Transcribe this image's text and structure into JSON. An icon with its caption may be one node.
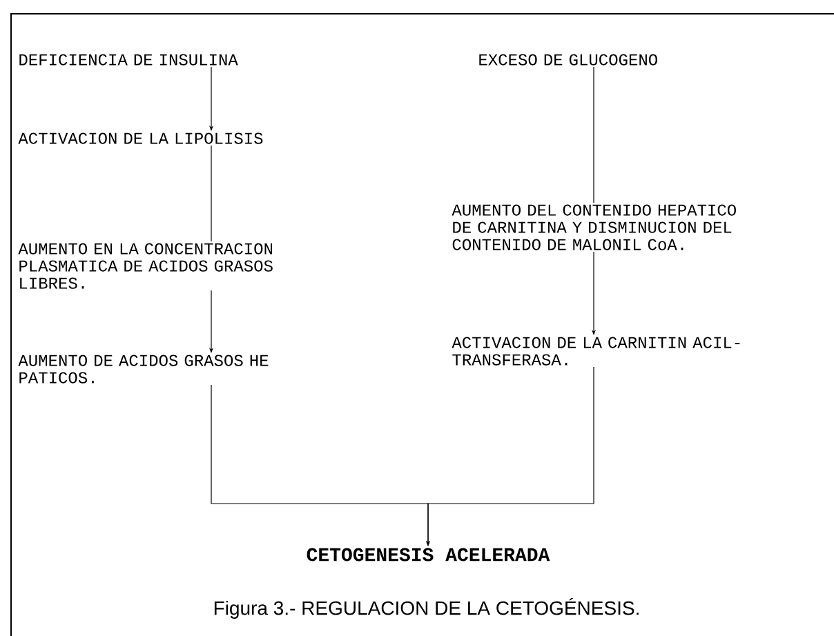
{
  "diagram": {
    "caption": "Figura 3.- REGULACION DE LA CETOGÉNESIS.",
    "nodes": [
      {
        "text": [
          "DEFICIENCIA DE INSULINA"
        ]
      },
      {
        "text": [
          "ACTIVACION DE LA LIPOLISIS"
        ]
      },
      {
        "text": [
          "AUMENTO EN LA CONCENTRACION PLASMATICA DE ACIDOS GRASOS LIBRES."
        ]
      },
      {
        "text": [
          "AUMENTO DE ACIDOS GRASOS HE PATICOS."
        ]
      },
      {
        "text": [
          "EXCESO DE GLUCOGENO"
        ]
      },
      {
        "text": [
          "AUMENTO DEL CONTENIDO HEPATICO DE CARNITINA Y DISMINUCION DEL CONTENIDO DE MALONIL CoA."
        ]
      },
      {
        "text": [
          "ACTIVACION DE LA CARNITIN ACIL-TRANSFERASA."
        ]
      },
      {
        "text": [
          "CETOGENESIS ACELERADA"
        ]
      }
    ],
    "edges": [
      {
        "from": 0,
        "to": 1,
        "arrow": "to"
      },
      {
        "from": 1,
        "to": 2,
        "arrow": "none"
      },
      {
        "from": 2,
        "to": 3,
        "arrow": "to"
      },
      {
        "from": 3,
        "to": 7,
        "arrow": "to"
      },
      {
        "from": 4,
        "to": 5,
        "arrow": "none"
      },
      {
        "from": 5,
        "to": 6,
        "arrow": "to"
      },
      {
        "from": 6,
        "to": 7,
        "arrow": "to"
      }
    ]
  }
}
